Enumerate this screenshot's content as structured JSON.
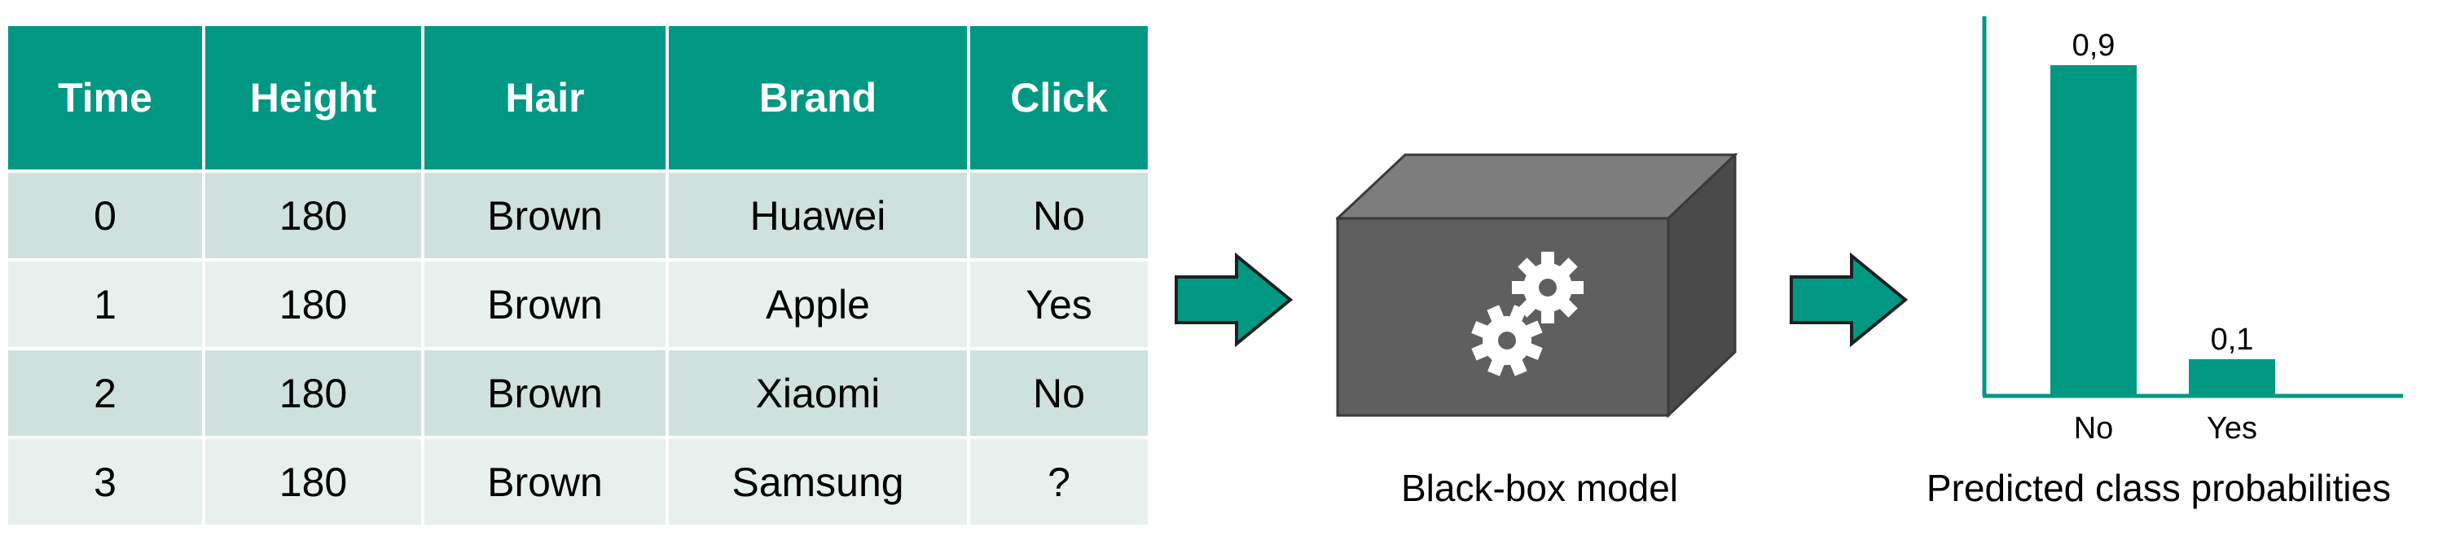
{
  "table": {
    "headers": [
      "Time",
      "Height",
      "Hair",
      "Brand",
      "Click"
    ],
    "rows": [
      [
        "0",
        "180",
        "Brown",
        "Huawei",
        "No"
      ],
      [
        "1",
        "180",
        "Brown",
        "Apple",
        "Yes"
      ],
      [
        "2",
        "180",
        "Brown",
        "Xiaomi",
        "No"
      ],
      [
        "3",
        "180",
        "Brown",
        "Samsung",
        "?"
      ]
    ]
  },
  "model": {
    "label": "Black-box model",
    "icon": "gears-icon"
  },
  "output": {
    "label": "Predicted class probabilities"
  },
  "colors": {
    "accent": "#009883",
    "row_odd": "#cfe1dc",
    "row_even": "#e8f0ee",
    "box": "#5f5f5f"
  },
  "chart_data": {
    "type": "bar",
    "categories": [
      "No",
      "Yes"
    ],
    "values": [
      0.9,
      0.1
    ],
    "value_labels": [
      "0,9",
      "0,1"
    ],
    "ylim": [
      0,
      1
    ]
  }
}
